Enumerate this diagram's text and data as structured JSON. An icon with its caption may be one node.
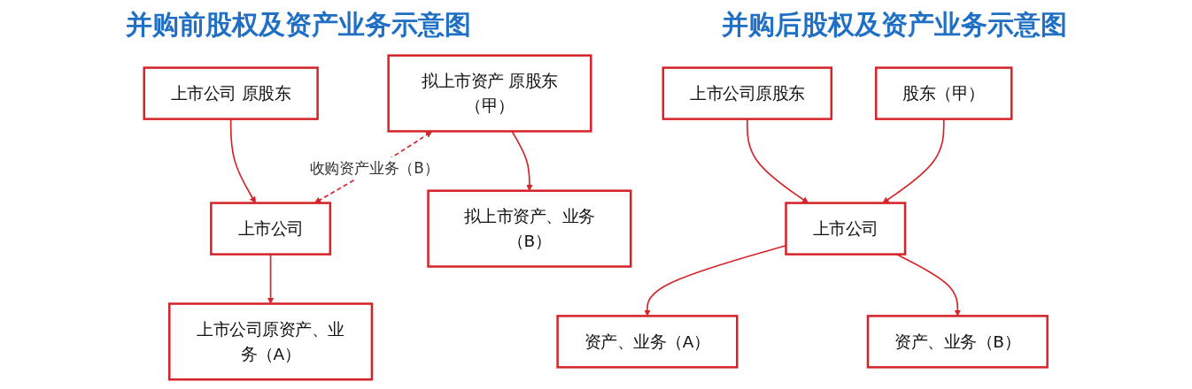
{
  "diagram": {
    "nodes": [
      {
        "text": [
          "上市公司 原股东"
        ]
      },
      {
        "text": [
          "拟上市资产 原股东（甲）"
        ]
      },
      {
        "text": [
          "上市公司"
        ]
      },
      {
        "text": [
          "上市公司原资产、业务（A）"
        ]
      },
      {
        "text": [
          "拟上市资产、业务（B）"
        ]
      },
      {
        "text": [
          "上市公司原股东"
        ]
      },
      {
        "text": [
          "股东（甲）"
        ]
      },
      {
        "text": [
          "上市公司"
        ]
      },
      {
        "text": [
          "资产、业务（A）"
        ]
      },
      {
        "text": [
          "资产、业务（B）"
        ]
      }
    ],
    "edges": [
      {
        "from": 0,
        "to": 2,
        "arrow": "to"
      },
      {
        "from": 2,
        "to": 3,
        "arrow": "to"
      },
      {
        "from": 1,
        "to": 4,
        "arrow": "to"
      },
      {
        "from": 1,
        "to": 2,
        "arrow": "both",
        "label": "收购资产业务（B）",
        "style": "dashed"
      },
      {
        "from": 5,
        "to": 7,
        "arrow": "to"
      },
      {
        "from": 6,
        "to": 7,
        "arrow": "to"
      },
      {
        "from": 7,
        "to": 8,
        "arrow": "to"
      },
      {
        "from": 7,
        "to": 9,
        "arrow": "to"
      }
    ],
    "labels": [
      "并购前股权及资产业务示意图",
      "并购后股权及资产业务示意图"
    ]
  }
}
